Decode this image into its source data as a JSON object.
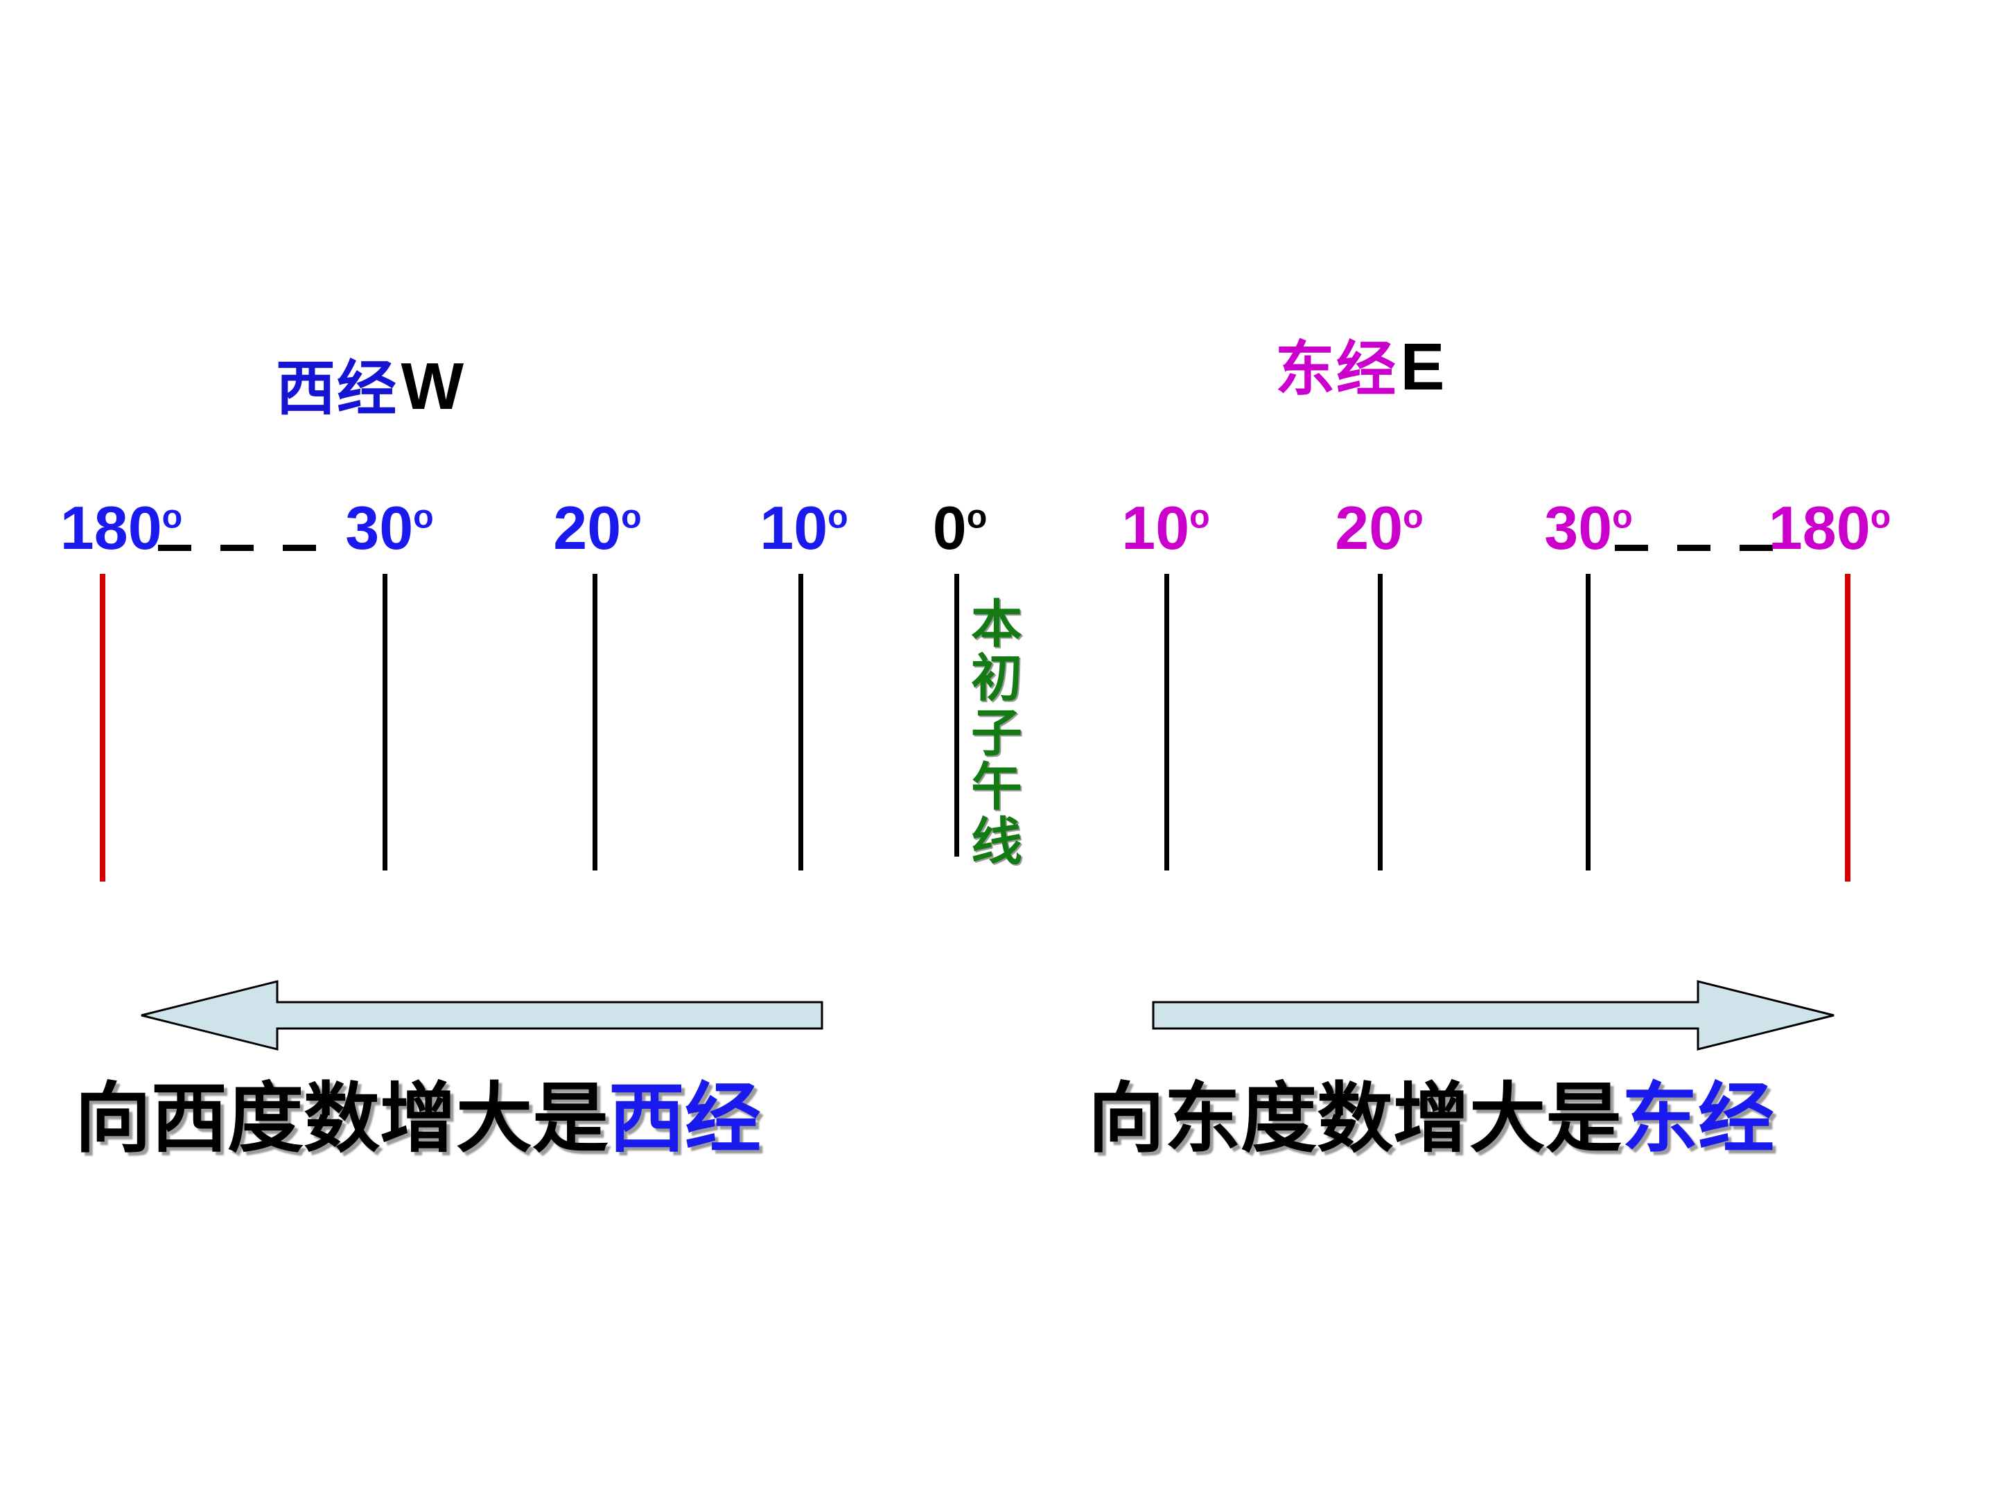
{
  "headings": {
    "west": {
      "cn": "西经",
      "lat": "W"
    },
    "east": {
      "cn": "东经",
      "lat": "E"
    }
  },
  "axis": {
    "west_labels": [
      {
        "value": "180",
        "unit": "o"
      },
      {
        "value": "30",
        "unit": "o"
      },
      {
        "value": "20",
        "unit": "o"
      },
      {
        "value": "10",
        "unit": "o"
      }
    ],
    "zero_label": {
      "value": "0",
      "unit": "o"
    },
    "east_labels": [
      {
        "value": "10",
        "unit": "o"
      },
      {
        "value": "20",
        "unit": "o"
      },
      {
        "value": "30",
        "unit": "o"
      },
      {
        "value": "180",
        "unit": "o"
      }
    ]
  },
  "prime_meridian_caption": [
    "本",
    "初",
    "子",
    "午",
    "线"
  ],
  "sentences": {
    "west": {
      "plain": "向西度数增大是",
      "highlight": "西经"
    },
    "east": {
      "plain": "向东度数增大是",
      "highlight": "东经"
    }
  },
  "colors": {
    "west_label": "#1a1aee",
    "east_label": "#cc00cc",
    "limit_meridian": "#d40000",
    "meridian": "#000000",
    "prime_caption": "#147a14",
    "arrow_fill": "#cfe3ea",
    "arrow_stroke": "#000000",
    "highlight_text": "#1a1aee"
  },
  "arrows": {
    "west_direction": "left",
    "east_direction": "right"
  }
}
